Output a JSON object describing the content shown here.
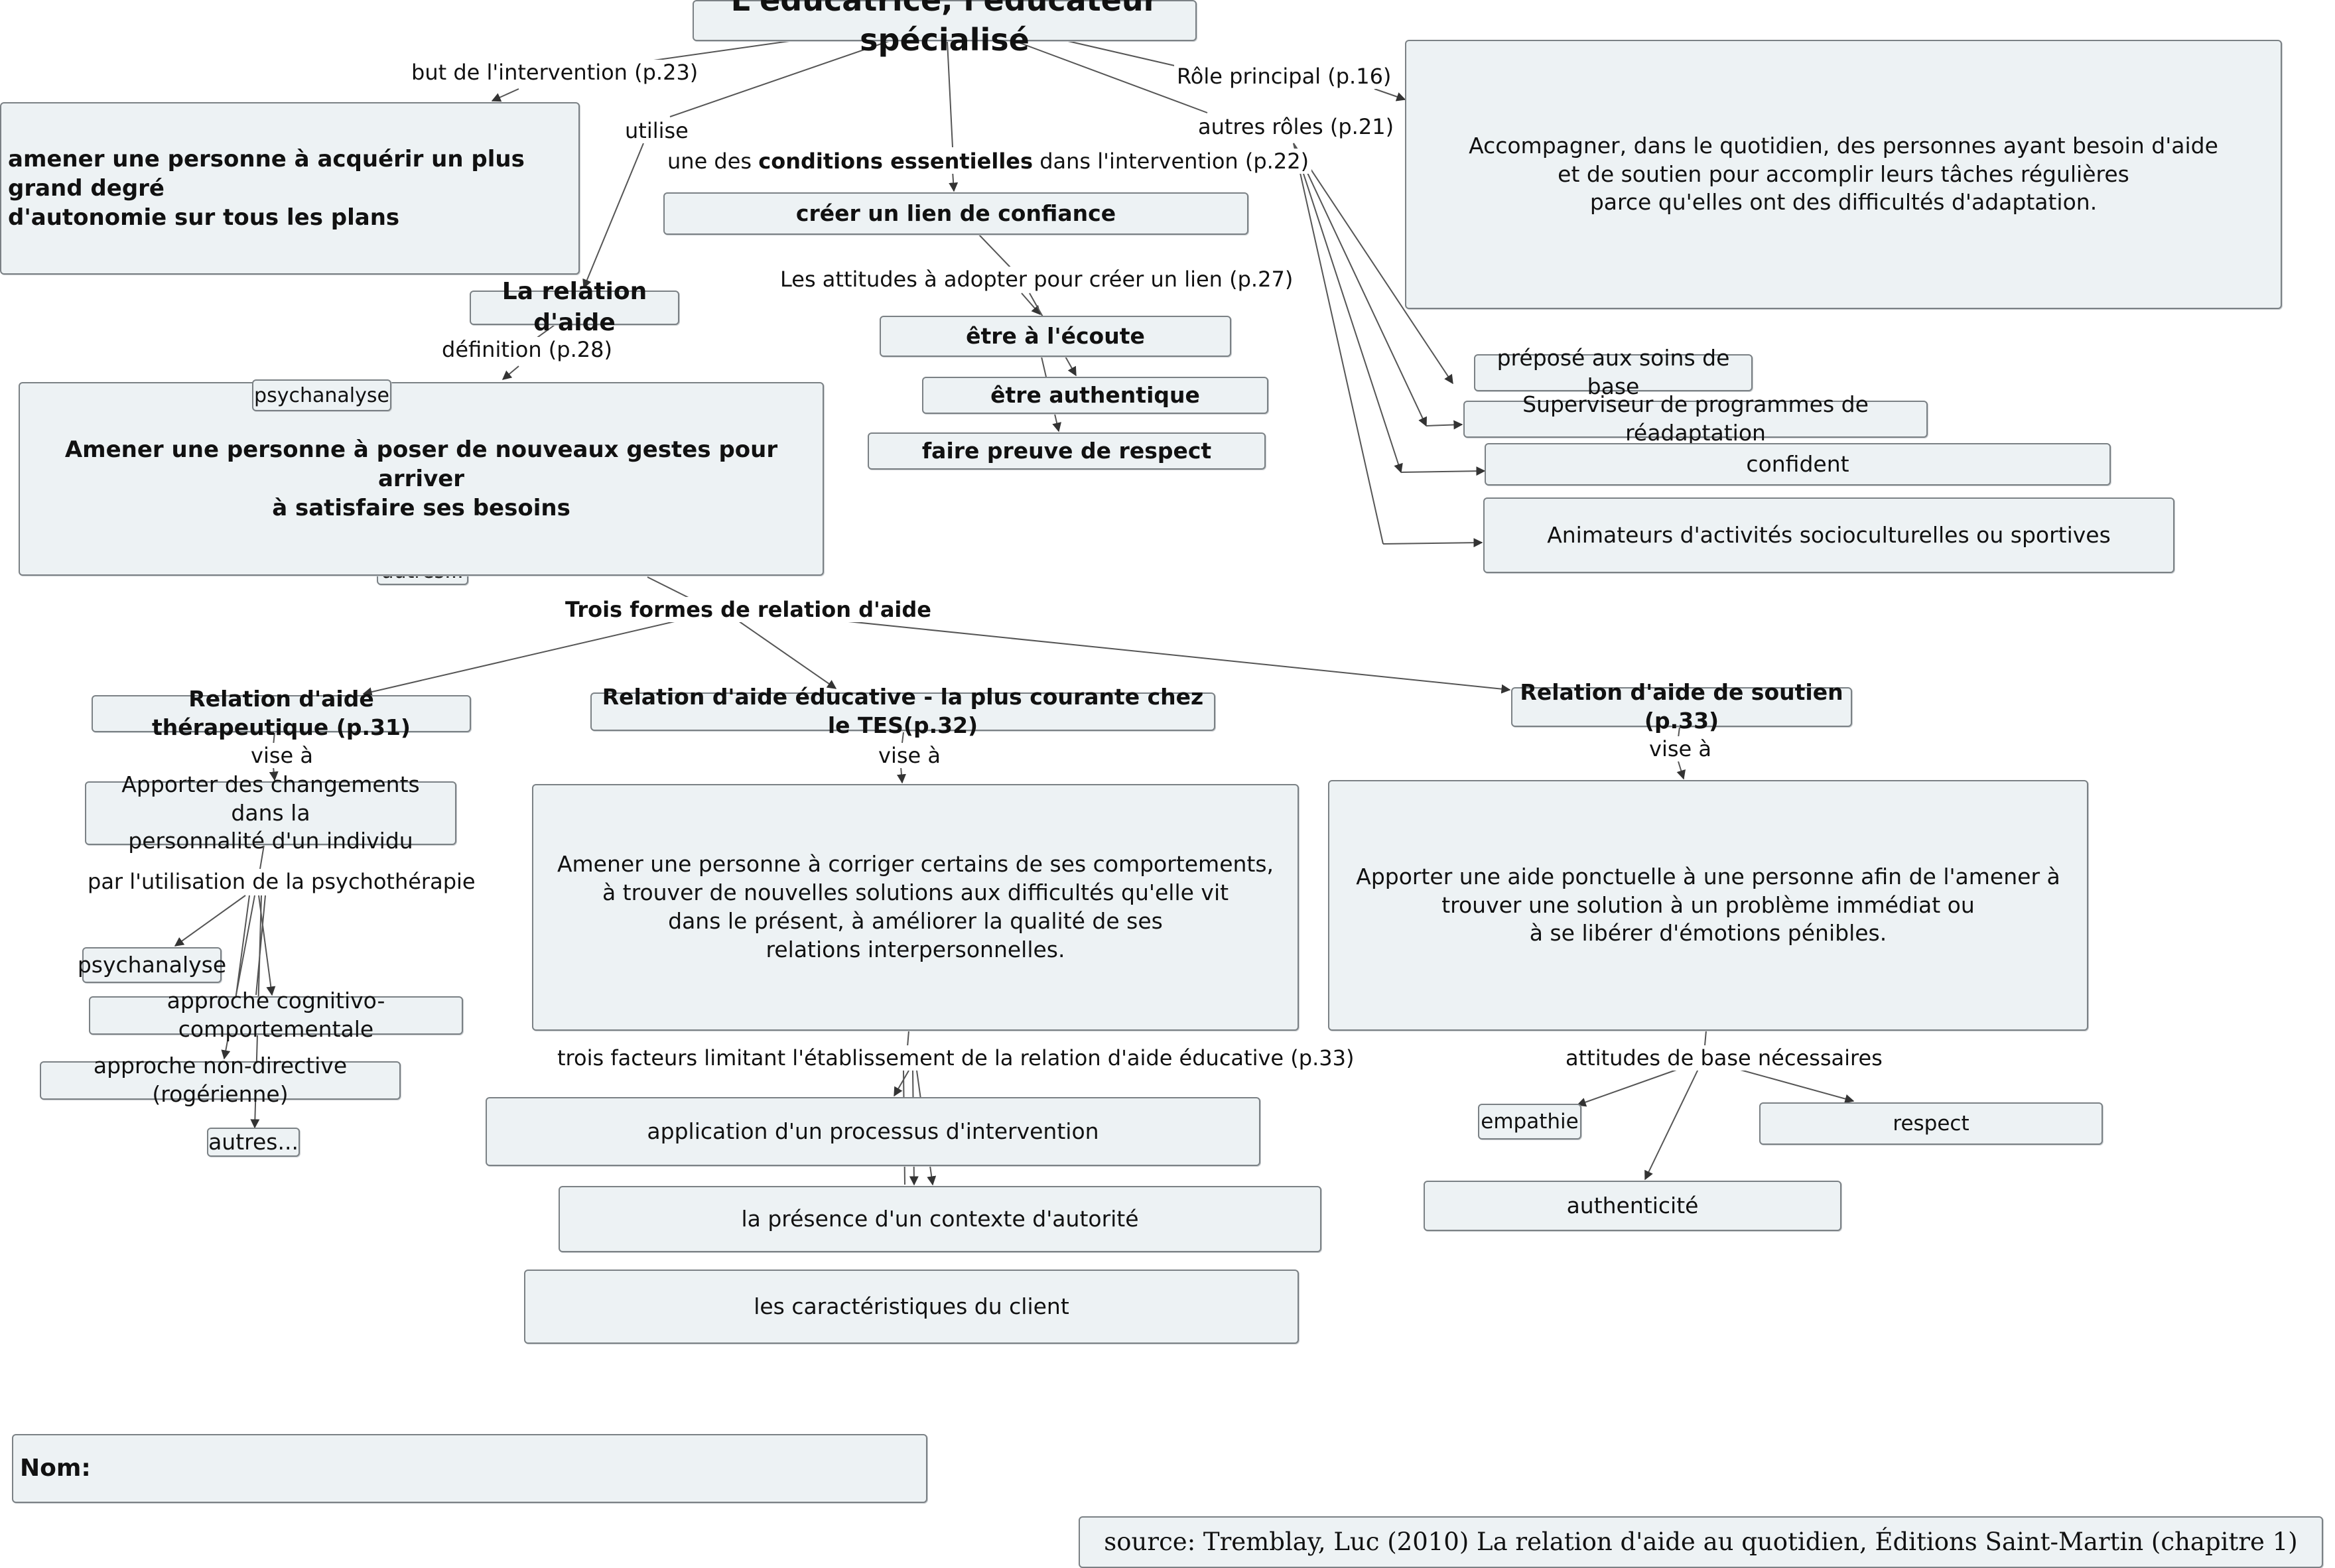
{
  "title": "L'éducatrice, l'éducateur spécialisé",
  "labels": {
    "but": "but de l'intervention  (p.23)",
    "utilise": "utilise",
    "conditions_pre": "une des ",
    "conditions_bold": "conditions essentielles",
    "conditions_post": " dans l'intervention (p.22)",
    "role_principal": "Rôle principal (p.16)",
    "autres_roles": "autres rôles (p.21)",
    "attitudes_lien": "Les attitudes à adopter pour créer un lien (p.27)",
    "definition": "définition (p.28)",
    "trois_formes": "Trois formes de relation d'aide",
    "vise_a_1": "vise à",
    "vise_a_2": "vise à",
    "vise_a_3": "vise à",
    "par_utilisation": "par l'utilisation de la psychothérapie",
    "trois_facteurs": "trois facteurs limitant l'établissement de la relation d'aide éducative (p.33)",
    "attitudes_base": "attitudes de base nécessaires"
  },
  "nodes": {
    "but_text": "amener une personne à acquérir un plus grand degré\n d'autonomie sur tous les plans",
    "role_text": "Accompagner, dans le quotidien, des personnes ayant besoin d'aide\net de soutien pour accomplir leurs tâches régulières\nparce qu'elles ont des difficultés d'adaptation.",
    "lien": "créer un lien de confiance",
    "ecoute": "être à l'écoute",
    "authentique": "être authentique",
    "respect_att": "faire preuve de respect",
    "relation_aide": "La relation d'aide",
    "psychanalyse_hidden": "psychanalyse",
    "autres_hidden": "autres...",
    "definition_text": "Amener une personne à poser de nouveaux gestes pour arriver\nà satisfaire ses besoins",
    "preposes": "préposé aux soins de base",
    "superviseur": "Superviseur de programmes de réadaptation",
    "confident": "confident",
    "animateurs": "Animateurs d'activités socioculturelles ou sportives",
    "therapeutique": "Relation d'aide thérapeutique (p.31)",
    "educative": "Relation d'aide éducative - la plus courante chez le TES(p.32)",
    "soutien": "Relation d'aide de soutien (p.33)",
    "therap_text": "Apporter des changements dans la\npersonnalité d'un individu",
    "educ_text": "Amener une personne à corriger certains de ses comportements,\nà trouver de nouvelles solutions aux difficultés qu'elle vit\ndans le présent, à améliorer la qualité de ses\nrelations interpersonnelles.",
    "soutien_text": "Apporter une aide ponctuelle à une personne afin de l'amener à\ntrouver une solution à un problème immédiat ou\nà se libérer d'émotions pénibles.",
    "psychanalyse": "psychanalyse",
    "cognitivo": "approche cognitivo-comportementale",
    "non_directive": "approche non-directive (rogérienne)",
    "autres": "autres...",
    "processus": "application d'un processus d'intervention",
    "autorite": "la présence d'un contexte d'autorité",
    "client": "les caractéristiques du client",
    "empathie": "empathie",
    "respect": "respect",
    "authenticite": "authenticité",
    "nom": "Nom:",
    "source": "source: Tremblay, Luc (2010) La relation d'aide au quotidien, Éditions Saint-Martin (chapitre 1)"
  }
}
